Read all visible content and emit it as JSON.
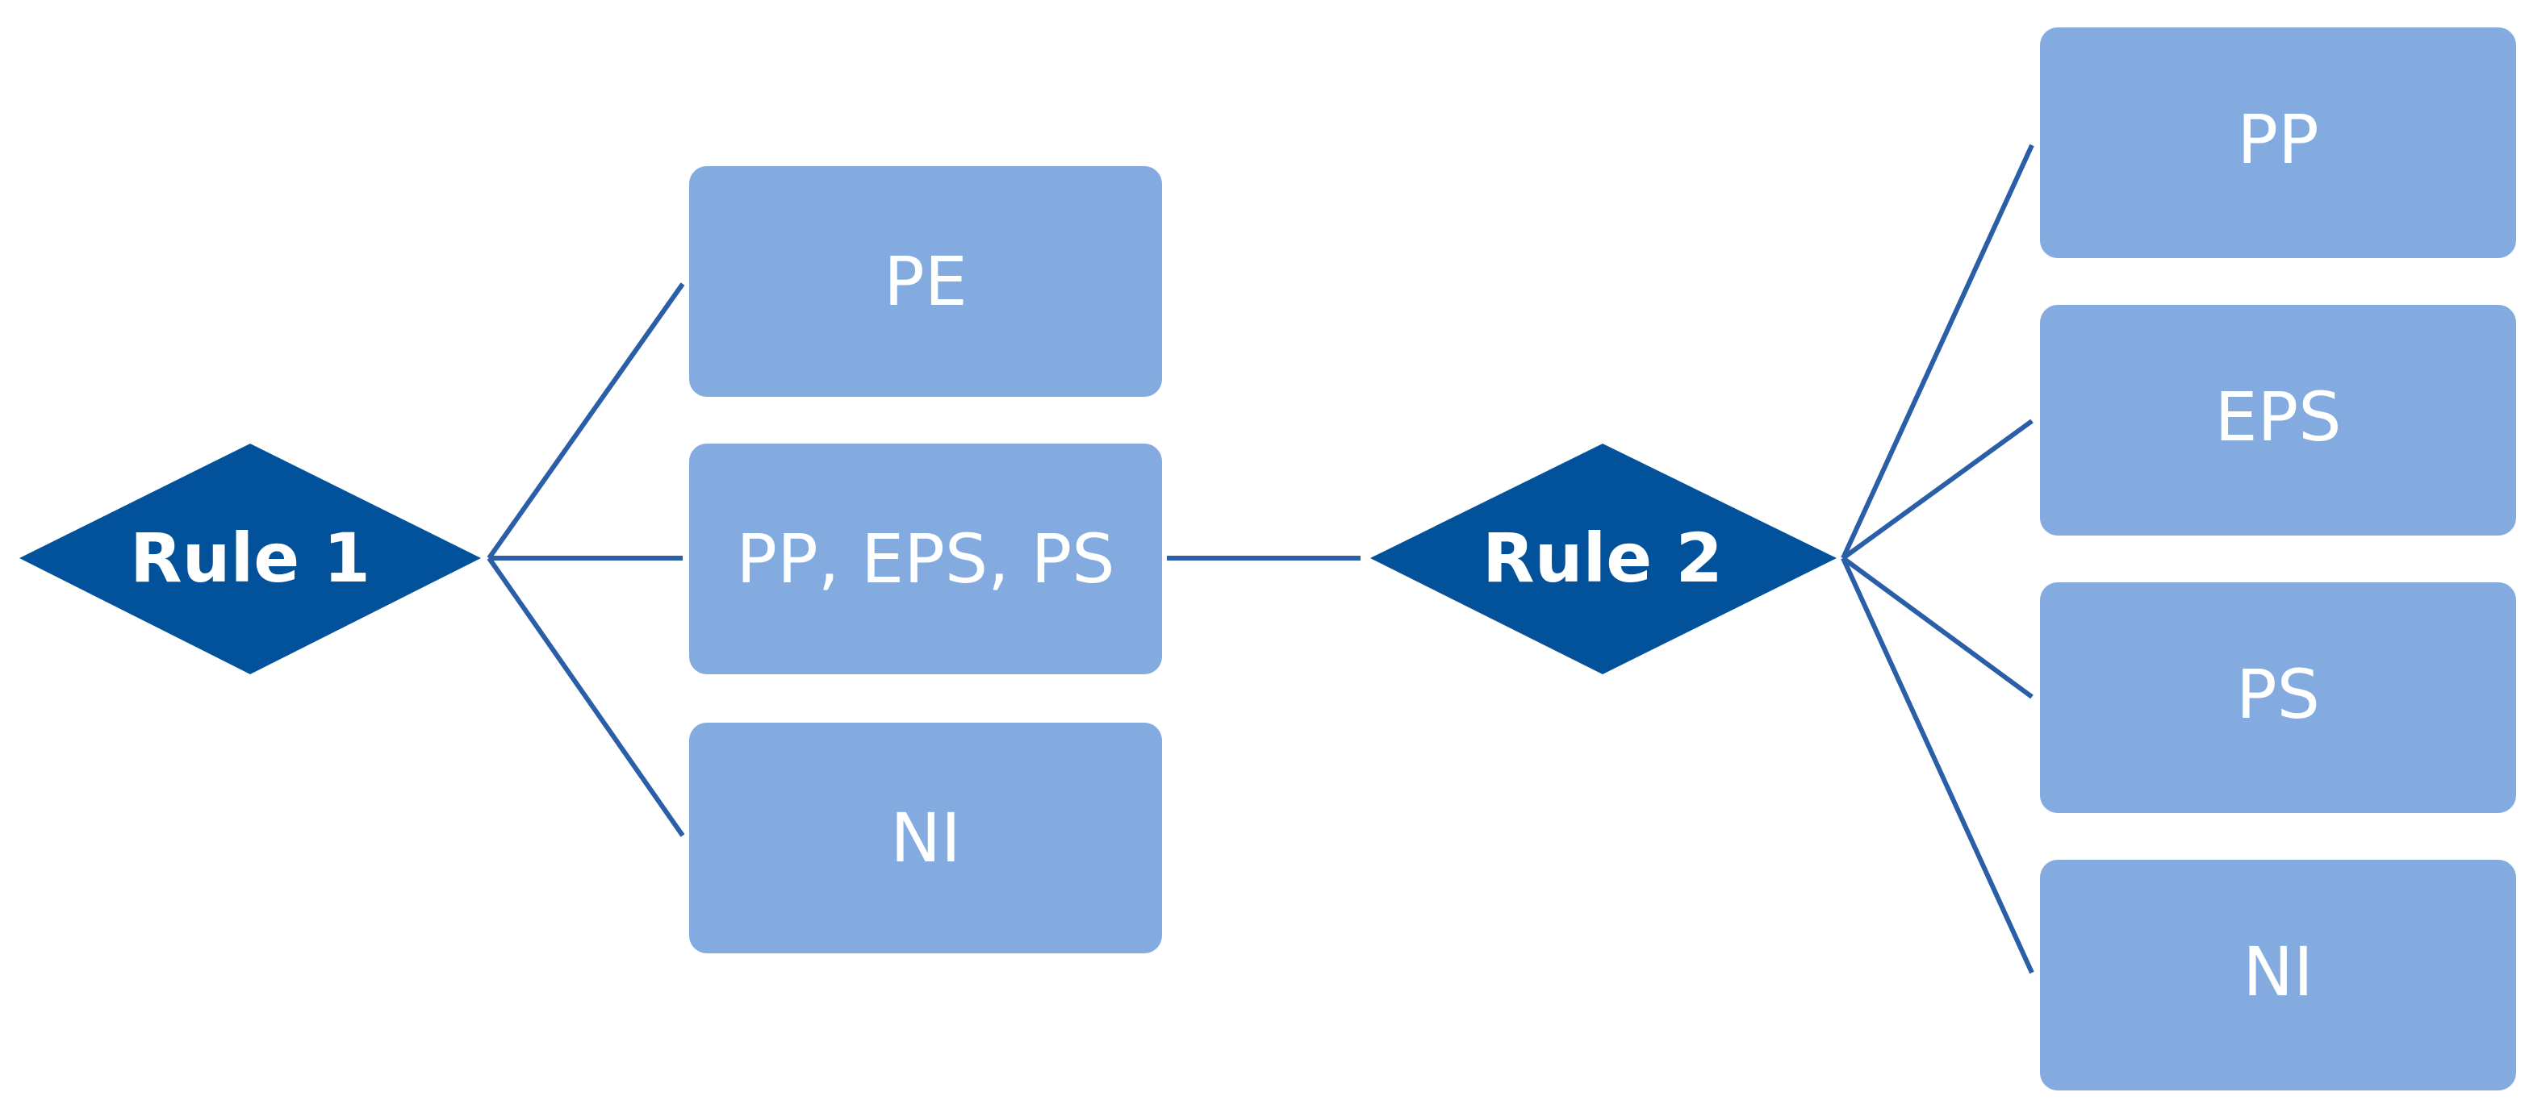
{
  "colors": {
    "rule_fill": "#02519b",
    "box_fill": "#84abdf",
    "line": "#2a5fa8",
    "text": "#ffffff"
  },
  "rules": [
    {
      "label": "Rule 1"
    },
    {
      "label": "Rule 2"
    }
  ],
  "rule1_outcomes": [
    {
      "label": "PE"
    },
    {
      "label": "PP, EPS, PS"
    },
    {
      "label": "NI"
    }
  ],
  "rule2_outcomes": [
    {
      "label": "PP"
    },
    {
      "label": "EPS"
    },
    {
      "label": "PS"
    },
    {
      "label": "NI"
    }
  ]
}
